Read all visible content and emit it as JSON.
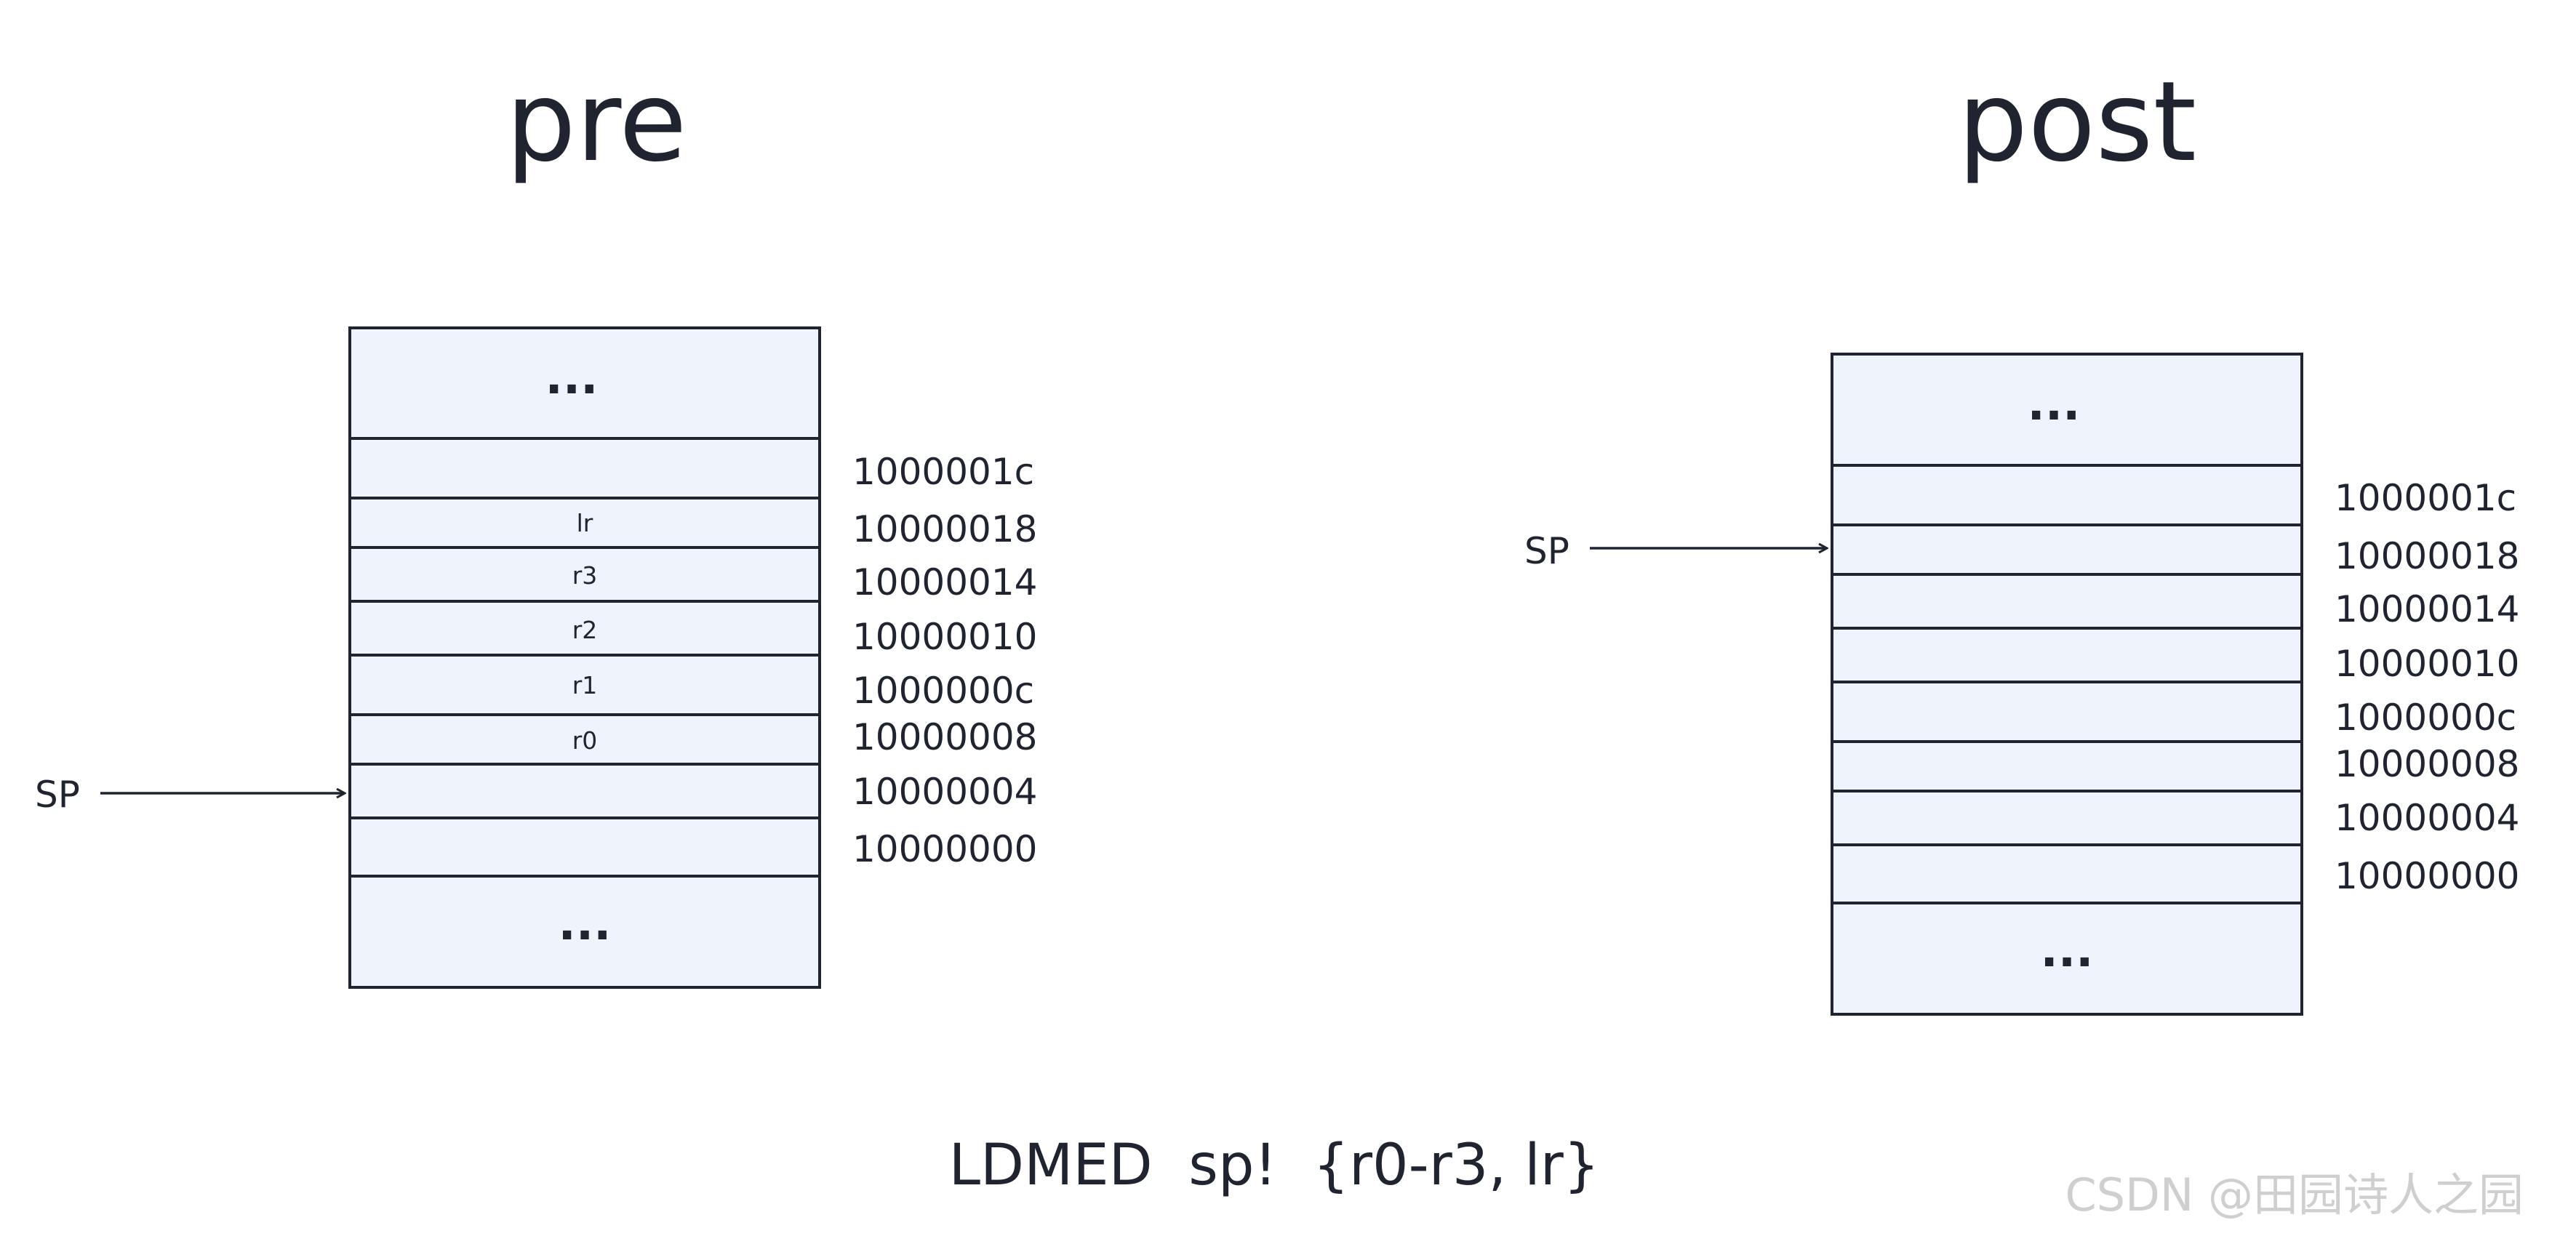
{
  "pre": {
    "title": "pre",
    "top_dots": "...",
    "bottom_dots": "...",
    "sp_label": "SP",
    "cells": [
      "",
      "lr",
      "r3",
      "r2",
      "r1",
      "r0",
      "",
      ""
    ],
    "addresses": [
      "1000001c",
      "10000018",
      "10000014",
      "10000010",
      "1000000c",
      "10000008",
      "10000004",
      "10000000"
    ],
    "sp_row": 6
  },
  "post": {
    "title": "post",
    "top_dots": "...",
    "bottom_dots": "...",
    "sp_label": "SP",
    "cells": [
      "",
      "",
      "",
      "",
      "",
      "",
      "",
      ""
    ],
    "addresses": [
      "1000001c",
      "10000018",
      "10000014",
      "10000010",
      "1000000c",
      "10000008",
      "10000004",
      "10000000"
    ],
    "sp_row": 1
  },
  "caption": "LDMED  sp!  {r0-r3, lr}",
  "watermark": "CSDN @田园诗人之园",
  "colors": {
    "cell_fill": "#eef3fc",
    "stroke": "#1f2430",
    "watermark": "#cfcfcf"
  }
}
